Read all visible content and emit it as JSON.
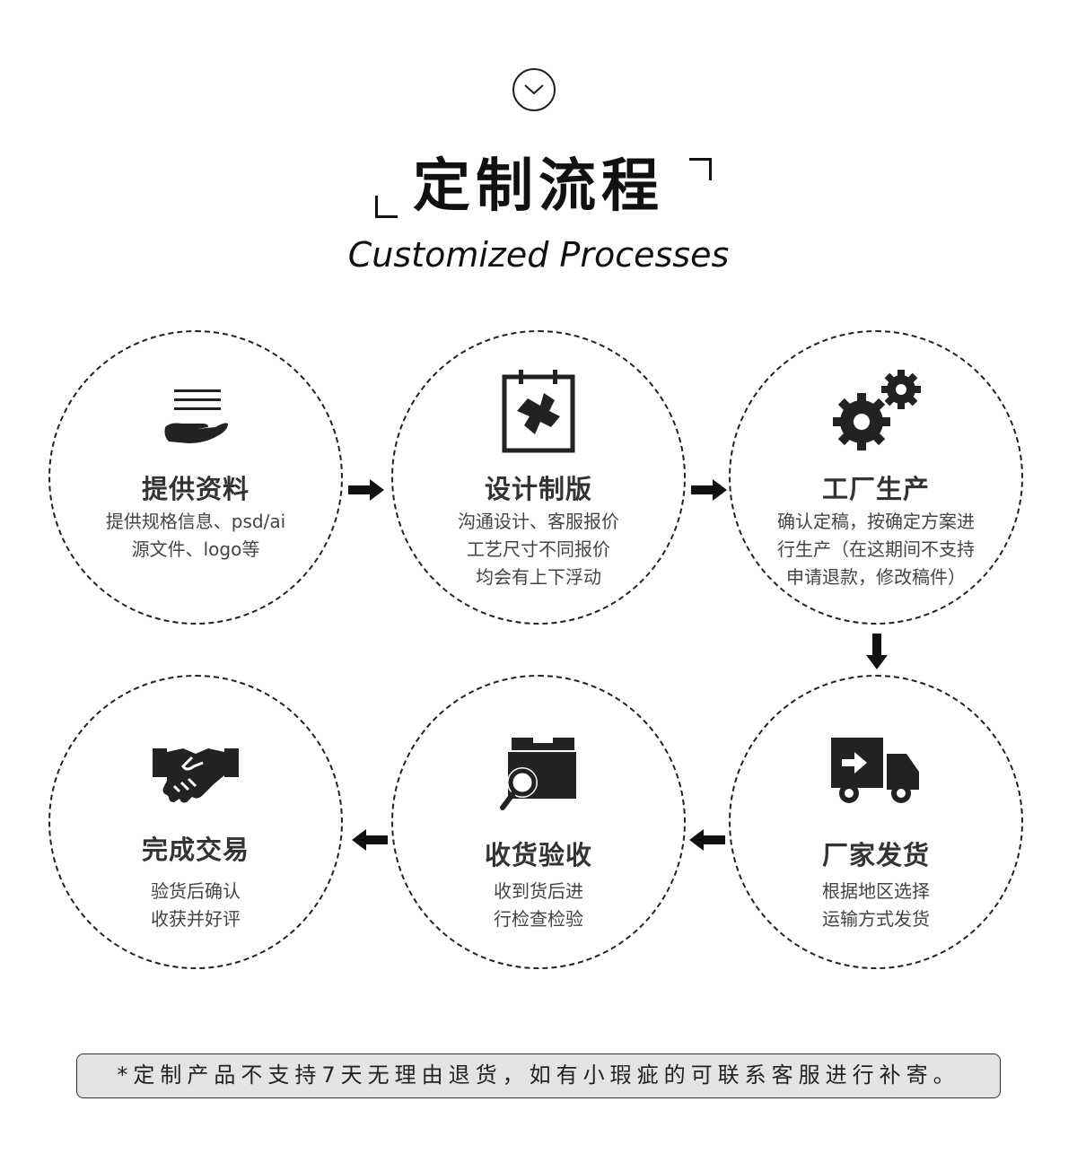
{
  "header": {
    "title": "定制流程",
    "subtitle": "Customized Processes",
    "chevron_icon": "chevron-down-icon"
  },
  "steps": [
    {
      "title": "提供资料",
      "lines": [
        "提供规格信息、psd/ai",
        "源文件、logo等"
      ],
      "icon": "document-hand-icon"
    },
    {
      "title": "设计制版",
      "lines": [
        "沟通设计、客服报价",
        "工艺尺寸不同报价",
        "均会有上下浮动"
      ],
      "icon": "calendar-design-icon"
    },
    {
      "title": "工厂生产",
      "lines": [
        "确认定稿，按确定方案进",
        "行生产（在这期间不支持",
        "申请退款，修改稿件）"
      ],
      "icon": "gears-icon"
    },
    {
      "title": "厂家发货",
      "lines": [
        "根据地区选择",
        "运输方式发货"
      ],
      "icon": "delivery-truck-icon"
    },
    {
      "title": "收货验收",
      "lines": [
        "收到货后进",
        "行检查检验"
      ],
      "icon": "box-inspect-icon"
    },
    {
      "title": "完成交易",
      "lines": [
        "验货后确认",
        "收获并好评"
      ],
      "icon": "handshake-icon"
    }
  ],
  "notice": "*定制产品不支持7天无理由退货，如有小瑕疵的可联系客服进行补寄。",
  "colors": {
    "ink": "#222222",
    "notice_bg": "#e4e4e4"
  }
}
